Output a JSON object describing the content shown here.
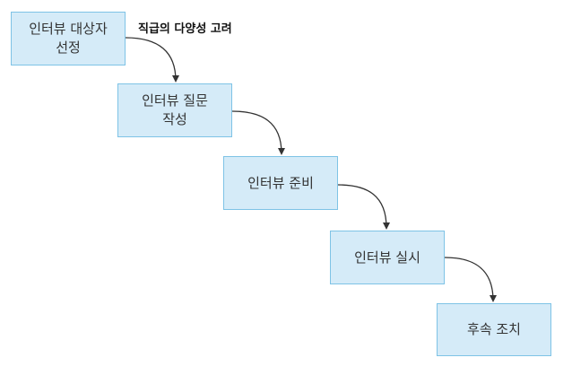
{
  "diagram": {
    "steps": [
      {
        "label": "인터뷰 대상자\n선정"
      },
      {
        "label": "인터뷰 질문\n작성"
      },
      {
        "label": "인터뷰 준비"
      },
      {
        "label": "인터뷰 실시"
      },
      {
        "label": "후속 조치"
      }
    ],
    "annotation": "직급의 다양성 고려"
  },
  "colors": {
    "box_fill": "#d5ebf8",
    "box_border": "#7ec3e6",
    "arrow": "#333333"
  }
}
